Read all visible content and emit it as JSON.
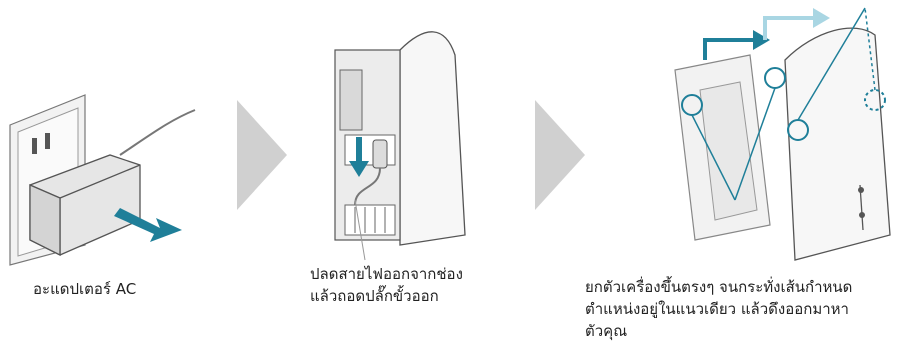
{
  "steps": [
    {
      "caption_lines": [
        "อะแดปเตอร์ AC"
      ]
    },
    {
      "caption_lines": [
        "ปลดสายไฟออกจากช่อง",
        "แล้วถอดปลั๊กขั้วออก"
      ]
    },
    {
      "caption_lines": [
        "ยกตัวเครื่องขึ้นตรงๆ จนกระทั่งเส้นกำหนด",
        "ตำแหน่งอยู่ในแนวเดียว แล้วดึงออกมาหา",
        "ตัวคุณ"
      ]
    }
  ],
  "colors": {
    "accent": "#1f7f99",
    "arrow_gray": "#d0d0d0",
    "outline": "#555555",
    "device_fill": "#f7f7f7"
  },
  "icons": [
    "ac-adapter-illustration",
    "arrow-right-icon",
    "cable-port-illustration",
    "device-lift-illustration"
  ]
}
